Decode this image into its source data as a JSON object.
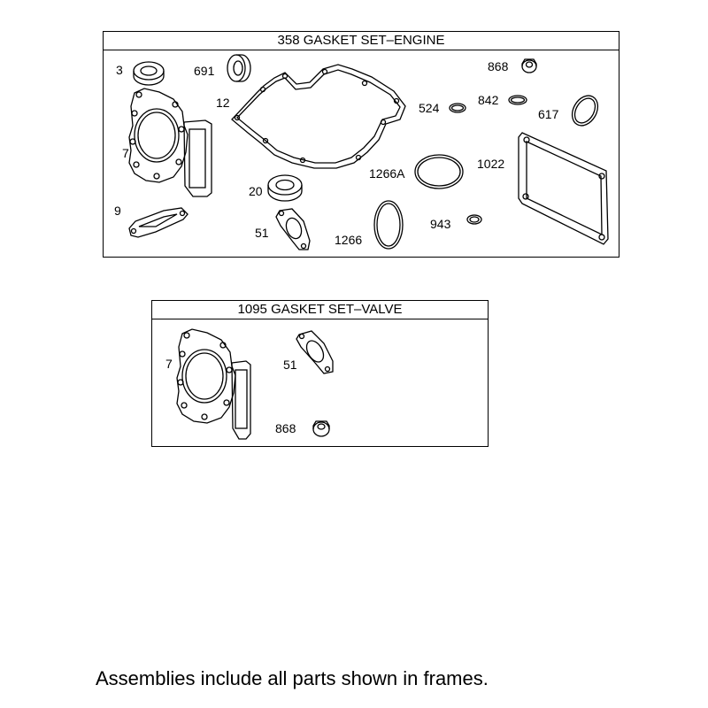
{
  "engine_set": {
    "title": "358 GASKET SET–ENGINE",
    "parts": [
      "3",
      "691",
      "12",
      "868",
      "524",
      "842",
      "617",
      "7",
      "1266A",
      "1022",
      "20",
      "9",
      "51",
      "1266",
      "943"
    ]
  },
  "valve_set": {
    "title": "1095 GASKET SET–VALVE",
    "parts": [
      "7",
      "51",
      "868"
    ]
  },
  "footnote": "Assemblies include all parts shown in frames."
}
